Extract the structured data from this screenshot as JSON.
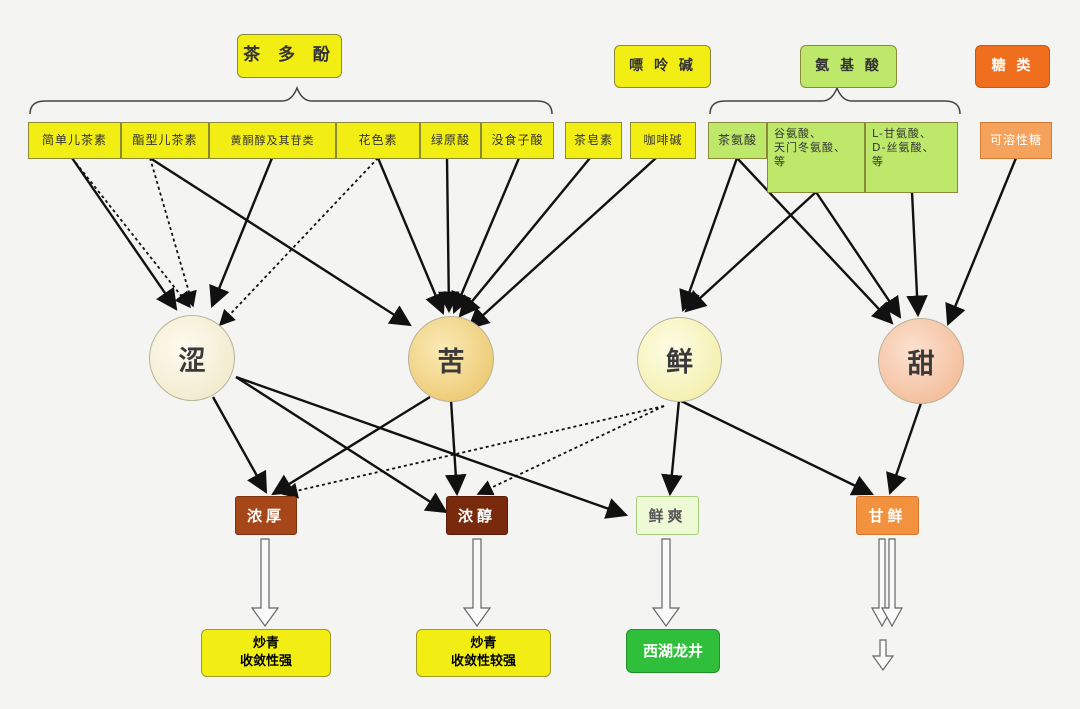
{
  "groups": {
    "polyphenols": "茶 多 酚",
    "purine": "嘌 呤 碱",
    "amino_acids": "氨 基 酸",
    "sugars": "糖 类"
  },
  "compounds": {
    "simple_catechins": "简单儿茶素",
    "ester_catechins": "酯型儿茶素",
    "flavonols": "黄酮醇及其苷类",
    "anthocyanins": "花色素",
    "chlorogenic_acid": "绿原酸",
    "gallic_acid": "没食子酸",
    "saponin": "茶皂素",
    "caffeine": "咖啡碱",
    "theanine": "茶氨酸",
    "glutamic_aspartic": [
      "谷氨酸、",
      "天门冬氨酸、",
      "等"
    ],
    "glycine_serine": [
      "L-甘氨酸、",
      "D-丝氨酸、",
      "等"
    ],
    "soluble_sugar": "可溶性糖"
  },
  "tastes": {
    "astringent": "涩",
    "bitter": "苦",
    "umami": "鲜",
    "sweet": "甜"
  },
  "characters": {
    "thick": "浓厚",
    "mellow": "浓醇",
    "fresh": "鲜爽",
    "sweet_fresh": "甘鲜"
  },
  "results": {
    "r1": [
      "炒青",
      "收敛性强"
    ],
    "r2": [
      "炒青",
      "收敛性较强"
    ],
    "r3": "西湖龙井"
  },
  "colors": {
    "yellow": "#f2ee14",
    "light_green": "#bde86a",
    "orange": "#ef6f1e",
    "brown": "#a6471a",
    "dark_brown": "#7a2a0c",
    "green": "#2fbf3b"
  }
}
